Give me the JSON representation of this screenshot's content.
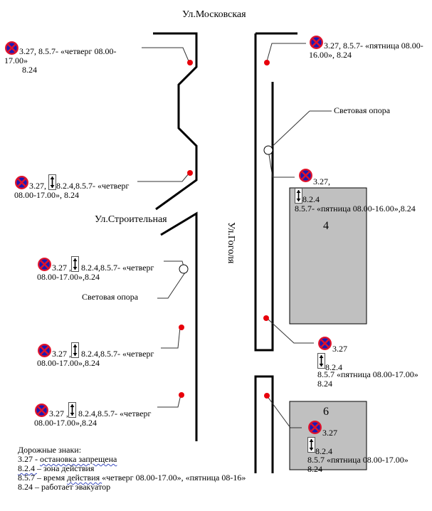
{
  "streets": {
    "moskovskaya": "Ул.Московская",
    "stroitelnaya": "Ул.Строительная",
    "gogolya": "Ул.Гоголя"
  },
  "blocks": [
    {
      "number": "4"
    },
    {
      "number": "6"
    }
  ],
  "light_pole_label": "Световая опора",
  "sign_icons": {
    "no_stopping": "no-stopping-sign-icon (3.27)",
    "zone": "zone-arrow-sign-icon (8.2.4)"
  },
  "colors": {
    "sign_red": "#e0122a",
    "sign_blue": "#1a1ab4",
    "marker_red": "#e8000b",
    "block_gray": "#c0c0c0",
    "road_black": "#000000"
  },
  "annotations": [
    {
      "id": "a1",
      "line1": "3.27, 8.5.7- «четверг 08.00-",
      "line2": "17.00»",
      "line3": "8.24"
    },
    {
      "id": "a2",
      "line1": "3.27, 8.5.7- «пятница 08.00-",
      "line2": "16.00», 8.24"
    },
    {
      "id": "a3",
      "pre": "3.27, ",
      "line1": "8.2.4,8.5.7- «четверг",
      "line2": "08.00-17.00», 8.24"
    },
    {
      "id": "a4",
      "pre": "3.27,",
      "line1": "8.2.4",
      "line2": "8.5.7- «пятница 08.00-16.00»,8.24"
    },
    {
      "id": "a5",
      "pre": "3.27 ,",
      "line1": " 8.2.4,8.5.7- «четверг",
      "line2": "08.00-17.00»,8.24"
    },
    {
      "id": "a6",
      "pre": "3.27 ,",
      "line1": " 8.2.4,8.5.7- «четверг",
      "line2": "08.00-17.00»,8.24"
    },
    {
      "id": "a7",
      "pre": "3.27 ,",
      "line1": " 8.2.4,8.5.7- «четверг",
      "line2": "08.00-17.00»,8.24"
    },
    {
      "id": "a8",
      "l1": "3.27",
      "l2": "8.2.4",
      "l3": "8.5.7 «пятница 08.00-17.00»",
      "l4": "8.24"
    },
    {
      "id": "a9",
      "l1": "3.27",
      "l2": "8.2.4",
      "l3": "8.5.7 «пятница 08.00-17.00»",
      "l4": "8.24"
    }
  ],
  "legend": {
    "title": "Дорожные знаки:",
    "items": [
      {
        "code": "3.27",
        "sep": " - ",
        "text_a": "остановка  запрещена"
      },
      {
        "code": "8.2.4 ",
        "sep": " – ",
        "text_a": "зона действия"
      },
      {
        "code": "8.5.7",
        "sep": " – время ",
        "text_a": "действия  ",
        "text_b": "«четверг 08.00-17.00», «пятница 08-16»"
      },
      {
        "code": "8.24",
        "sep": " –  ",
        "text_a": "работает эвакуатор"
      }
    ]
  }
}
